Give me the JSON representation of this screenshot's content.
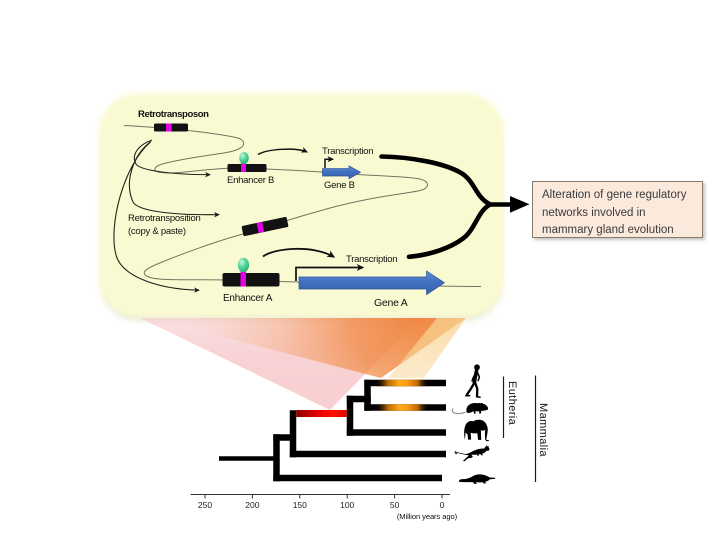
{
  "diagram": {
    "retrotransposon_label": "Retrotransposon",
    "retrotransposition_label_line1": "Retrotransposition",
    "retrotransposition_label_line2": "(copy & paste)",
    "enhancer_b_label": "Enhancer B",
    "transcription_b_label": "Transcription",
    "gene_b_label": "Gene B",
    "enhancer_a_label": "Enhancer A",
    "transcription_a_label": "Transcription",
    "gene_a_label": "Gene A"
  },
  "callout": {
    "line1": "Alteration of gene regulatory",
    "line2": "networks involved in",
    "line3": "mammary gland evolution"
  },
  "tree": {
    "clade_labels": {
      "eutheria": "Eutheria",
      "mammalia": "Mammalia"
    },
    "taxa": [
      "human",
      "mouse",
      "elephant",
      "kangaroo",
      "platypus"
    ],
    "divergence_times_mya": {
      "root_stem_start": 235,
      "platypus_split": 177,
      "kangaroo_split": 160,
      "elephant_split": 100,
      "human_mouse_split": 80
    },
    "highlighted_stem_branch": "eutherian stem (red, ~160-100 Mya)",
    "highlighted_tip_branches": "human and mouse branches (orange glow)"
  },
  "axis": {
    "ticks": [
      "250",
      "200",
      "150",
      "100",
      "50",
      "0"
    ],
    "caption": "(Million years ago)"
  },
  "colors": {
    "panel_fill": "#fafad2",
    "beam_pink": "#f4b0b4",
    "beam_orange": "#f29050",
    "beam_yellow": "#fad898",
    "gene_arrow_blue": "#4170c0",
    "enhancer_mark_magenta": "#e800e8",
    "enhancer_protein_green": "#3ec98e",
    "branch_red": "#e60000",
    "branch_orange_glow": "#f59b00",
    "callout_fill": "#fbe9dc"
  }
}
